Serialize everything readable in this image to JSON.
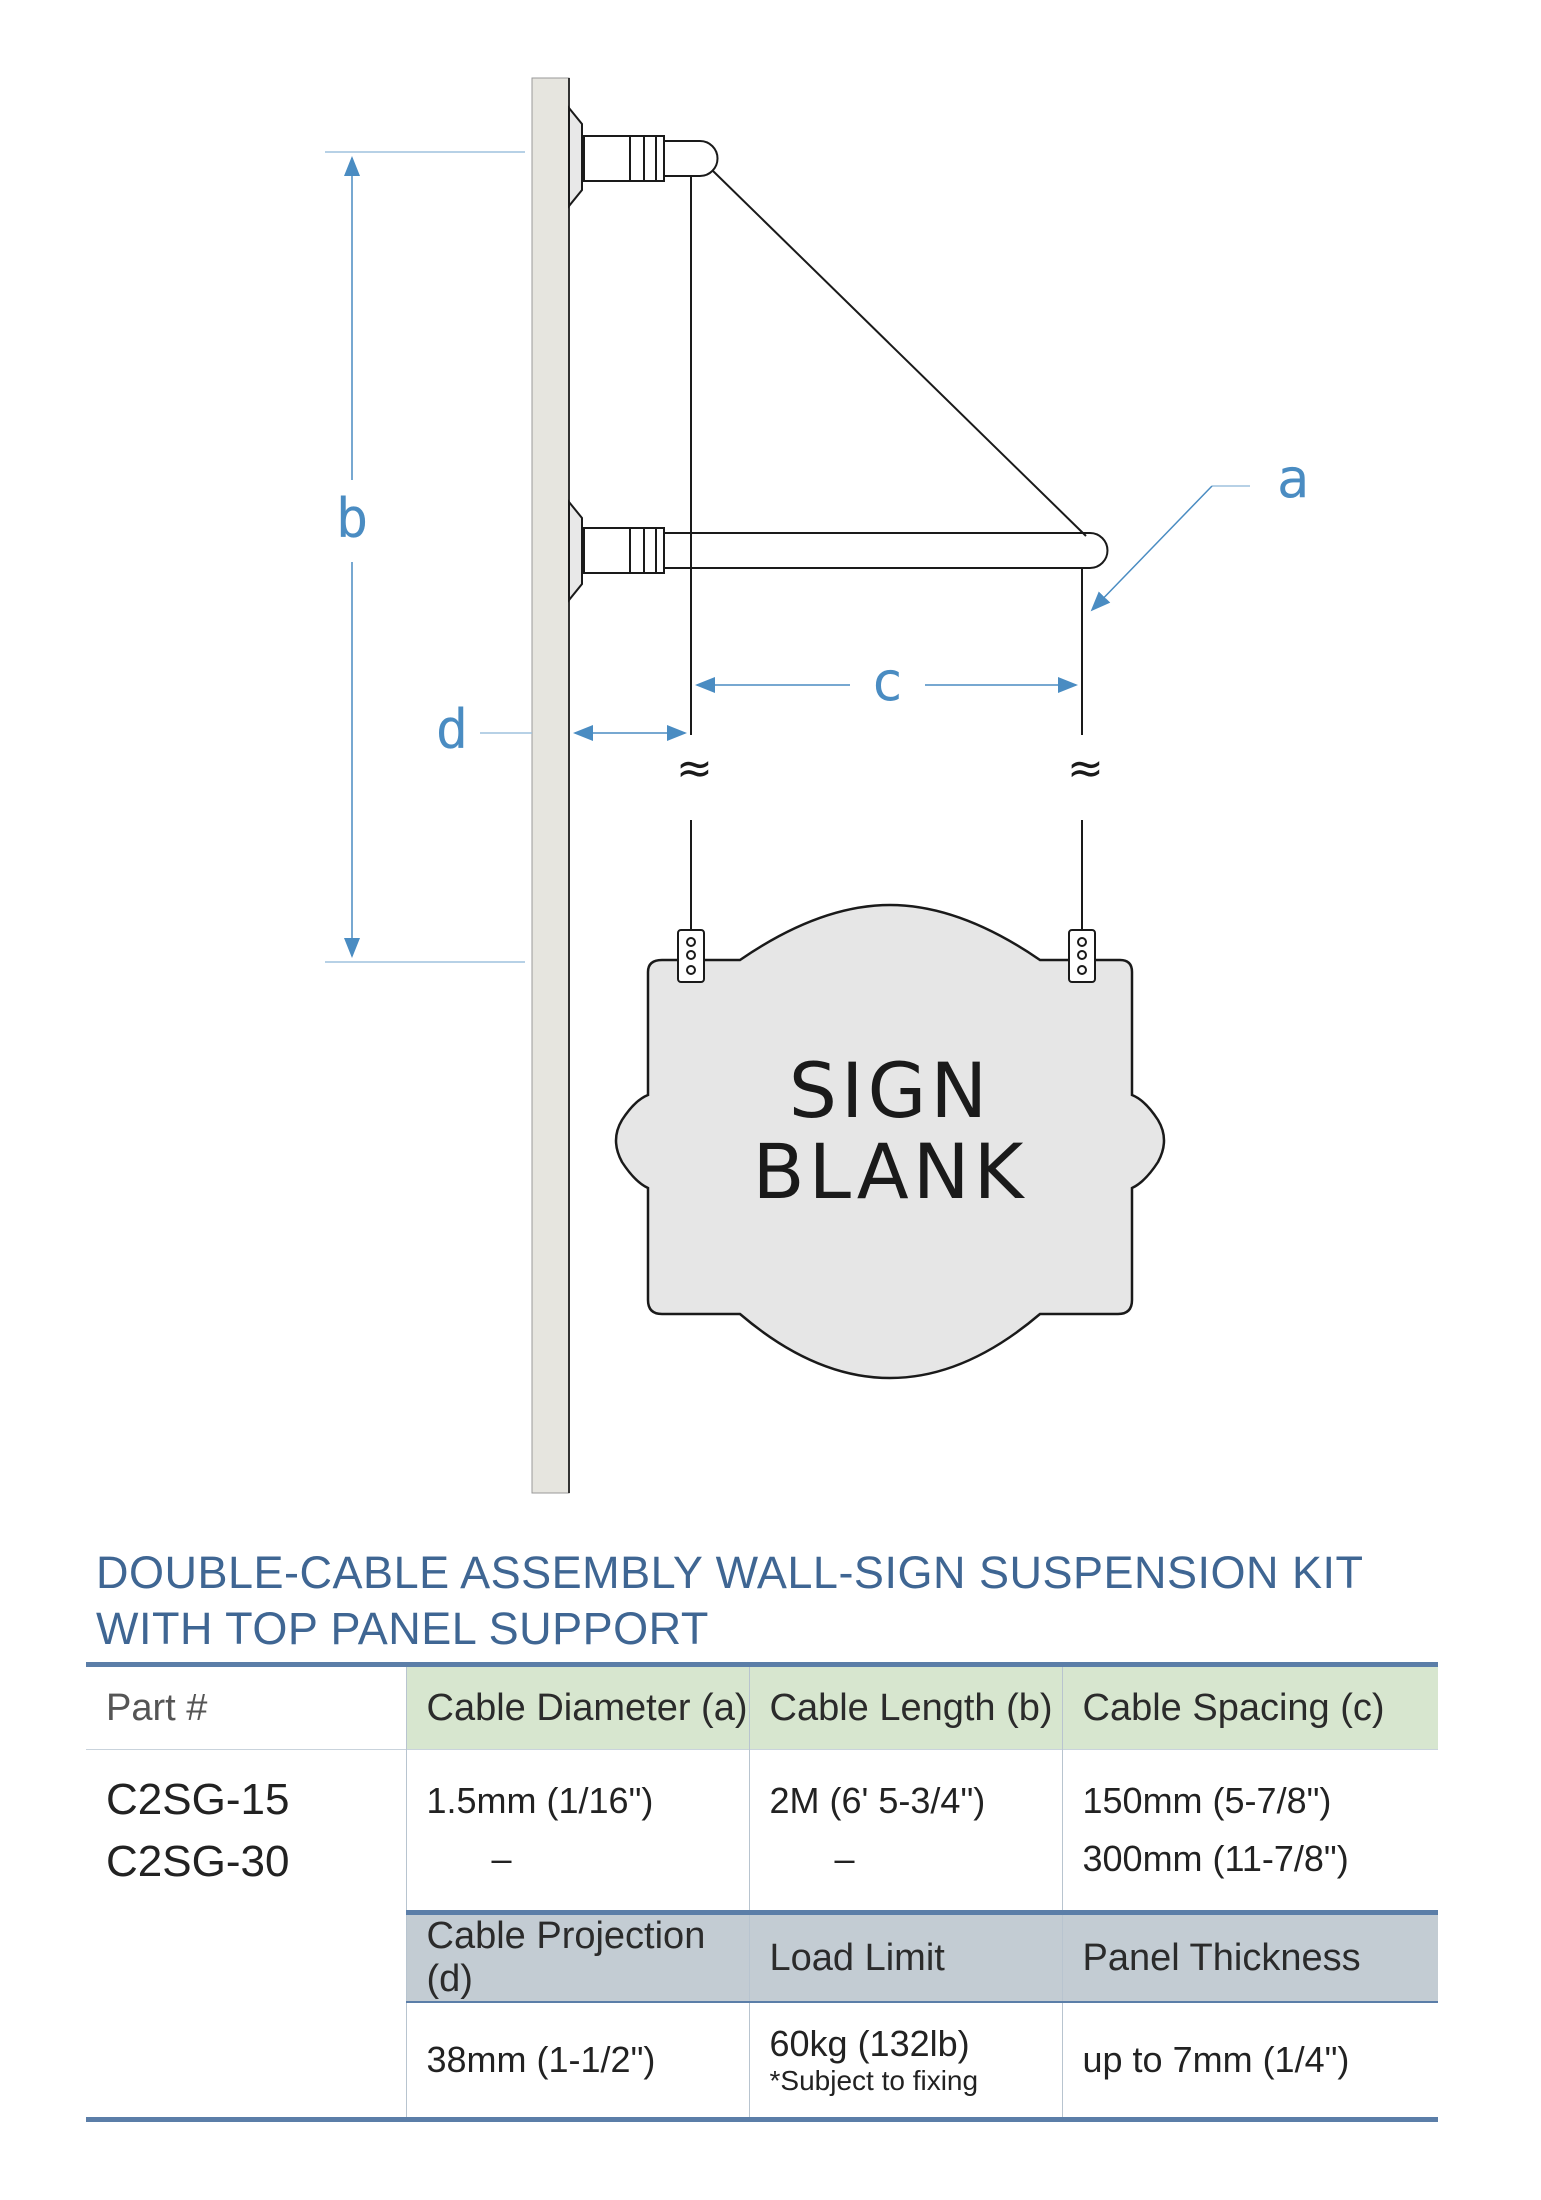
{
  "diagram": {
    "labels": {
      "a": "a",
      "b": "b",
      "c": "c",
      "d": "d"
    },
    "sign_text": [
      "SIGN",
      "BLANK"
    ],
    "break_symbol": "≈",
    "colors": {
      "dimension": "#4a8cc2",
      "wall": "#e6e5df",
      "panel": "#e6e6e6",
      "hardware": "#1a1a1a"
    }
  },
  "title": "DOUBLE-CABLE ASSEMBLY WALL-SIGN SUSPENSION KIT WITH TOP PANEL SUPPORT",
  "table": {
    "part_header": "Part #",
    "part_numbers": [
      "C2SG-15",
      "C2SG-30"
    ],
    "headers_1": [
      "Cable Diameter (a)",
      "Cable Length (b)",
      "Cable Spacing (c)"
    ],
    "row_1": {
      "diameter": "1.5mm (1/16\")",
      "diameter_2": "–",
      "length": "2M (6' 5-3/4\")",
      "length_2": "–",
      "spacing_1": "150mm (5-7/8\")",
      "spacing_2": "300mm (11-7/8\")"
    },
    "headers_2": [
      "Cable Projection (d)",
      "Load Limit",
      "Panel Thickness"
    ],
    "row_2": {
      "projection": "38mm (1-1/2\")",
      "load": "60kg (132lb)",
      "load_note": "*Subject to fixing",
      "thickness": "up to 7mm (1/4\")"
    },
    "colors": {
      "header_1": "#d7e6cf",
      "header_2": "#c3ccd3",
      "rule": "#5b7ea8",
      "title": "#3f6693"
    }
  }
}
